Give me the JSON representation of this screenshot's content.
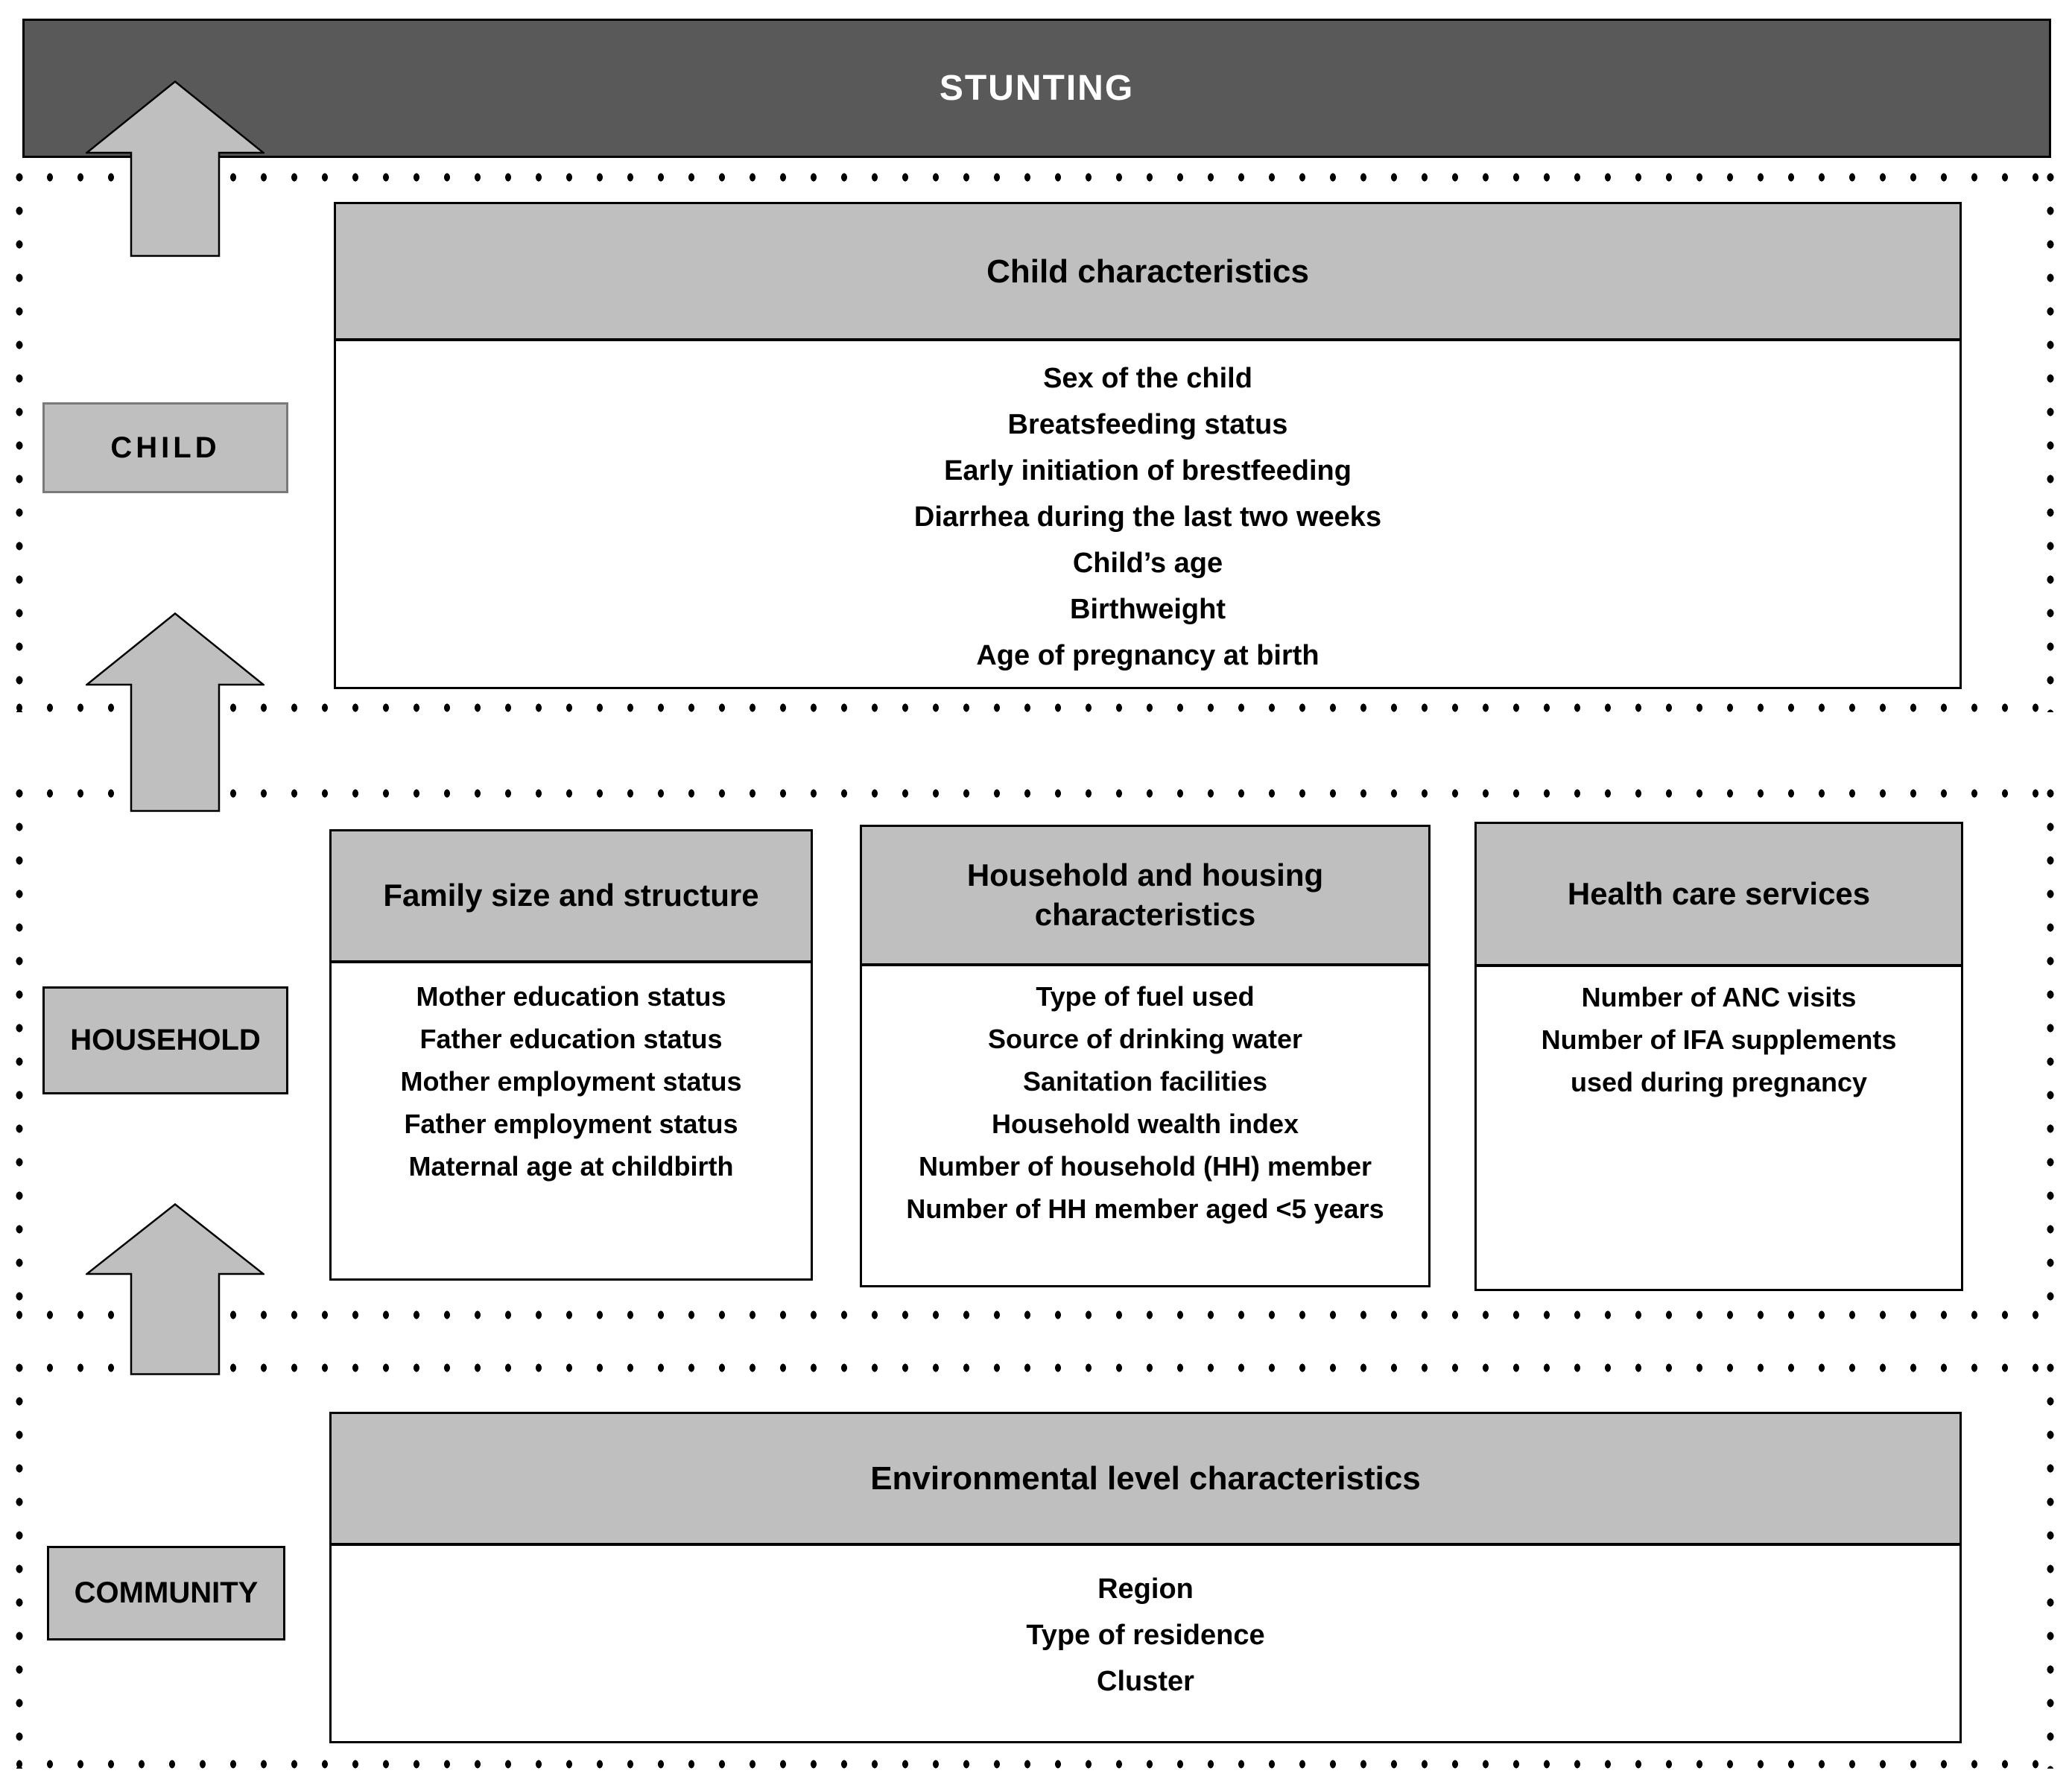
{
  "banner": {
    "title": "STUNTING"
  },
  "side_labels": {
    "child": "CHILD",
    "household": "HOUSEHOLD",
    "community": "COMMUNITY"
  },
  "boxes": {
    "child_characteristics": {
      "title": "Child characteristics",
      "items": [
        "Sex of the child",
        "Breatsfeeding status",
        "Early initiation of  brestfeeding",
        "Diarrhea during the last two weeks",
        "Child’s age",
        "Birthweight",
        "Age of pregnancy at birth"
      ]
    },
    "family_size_structure": {
      "title": "Family size and structure",
      "items": [
        "Mother education status",
        "Father education status",
        "Mother employment status",
        "Father employment status",
        "Maternal age at childbirth"
      ]
    },
    "household_housing": {
      "title": "Household and housing characteristics",
      "items": [
        "Type of fuel used",
        "Source of drinking water",
        "Sanitation facilities",
        "Household wealth index",
        "Number of household (HH) member",
        "Number of HH member aged <5 years"
      ]
    },
    "health_care_services": {
      "title": "Health care services",
      "items": [
        "Number of ANC visits",
        "Number of IFA supplements",
        "used during pregnancy"
      ]
    },
    "environmental": {
      "title": "Environmental level characteristics",
      "items": [
        "Region",
        "Type of residence",
        "Cluster"
      ]
    }
  },
  "icons": {
    "up_arrow": "block-arrow-up"
  },
  "colors": {
    "banner_bg": "#595959",
    "banner_text": "#ffffff",
    "header_bg": "#bfbfbf",
    "label_bg": "#bfbfbf",
    "arrow_fill": "#bfbfbf",
    "border": "#000000",
    "text": "#000000"
  }
}
